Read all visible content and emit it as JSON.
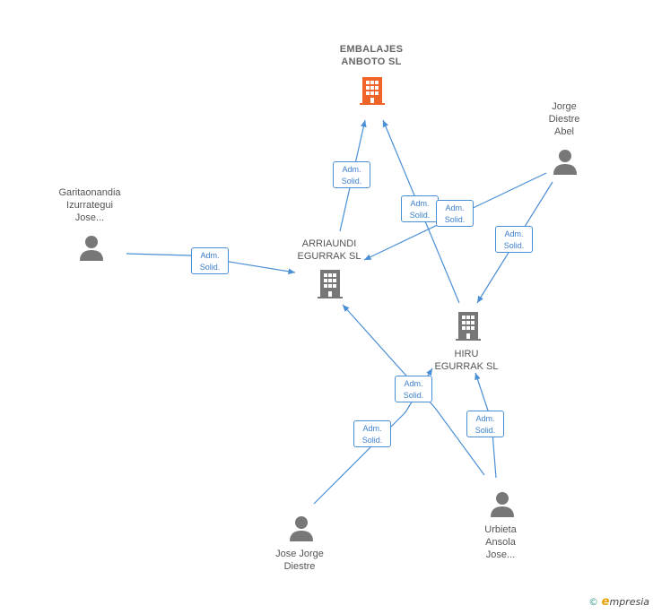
{
  "nodes": {
    "embalajes": {
      "label": "EMBALAJES\nANBOTO  SL",
      "type": "company",
      "color": "#f0642a"
    },
    "arriaundi": {
      "label": "ARRIAUNDI\nEGURRAK  SL",
      "type": "company",
      "color": "#777777"
    },
    "hiru": {
      "label": "HIRU\nEGURRAK SL",
      "type": "company",
      "color": "#777777"
    },
    "jorge": {
      "label": "Jorge\nDiestre\nAbel",
      "type": "person"
    },
    "garitaonandia": {
      "label": "Garitaonandia\nIzurrategui\nJose...",
      "type": "person"
    },
    "josejorge": {
      "label": "Jose Jorge\nDiestre",
      "type": "person"
    },
    "urbieta": {
      "label": "Urbieta\nAnsola\nJose...",
      "type": "person"
    }
  },
  "edge_label": "Adm.\nSolid.",
  "footer": {
    "copyright": "©",
    "brand_e": "e",
    "brand_rest": "mpresia"
  },
  "colors": {
    "edge": "#4a8fd6",
    "person": "#777777",
    "highlight": "#f0642a"
  }
}
